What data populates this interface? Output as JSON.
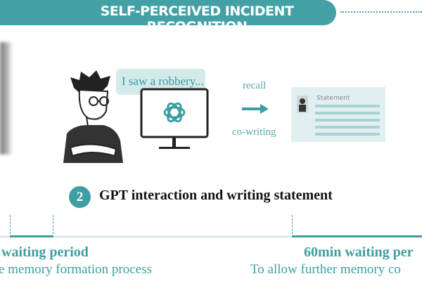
{
  "header": {
    "title": "SELF-PERCEIVED INCIDENT RECOGNITION"
  },
  "scene": {
    "bubble_text": "I saw a robbery...",
    "recall_label": "recall",
    "cowriting_label": "co-writing",
    "statement_title": "Statement"
  },
  "step": {
    "number": "2",
    "title": "GPT interaction and writing statement"
  },
  "timeline": {
    "left_title": "waiting period",
    "left_desc": "e memory formation process",
    "right_title": "60min waiting per",
    "right_desc": "To allow further memory co"
  },
  "colors": {
    "accent": "#43a1a5",
    "bubble": "#d3eaea",
    "card": "#e1eff0"
  }
}
